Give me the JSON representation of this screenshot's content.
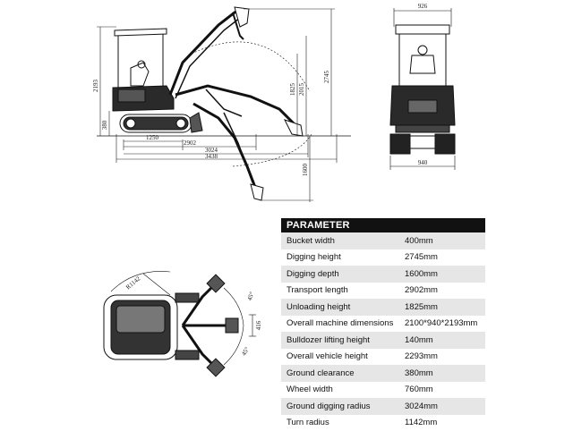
{
  "side_view": {
    "dimensions": {
      "overall_height": "2193",
      "ground_clearance": "380",
      "track_length": "1250",
      "transport_length": "2902",
      "digging_radius": "3024",
      "overall_length": "3438",
      "unloading_height": "1825",
      "lift_height": "2015",
      "digging_height": "2745",
      "digging_depth": "1600"
    }
  },
  "front_view": {
    "dimensions": {
      "top_width": "926",
      "track_width": "940"
    }
  },
  "top_view": {
    "dimensions": {
      "turn_radius": "R1142",
      "swing_left": "45°",
      "swing_right": "45°",
      "offset": "416"
    }
  },
  "parameters": {
    "title": "PARAMETER",
    "rows": [
      {
        "name": "Bucket width",
        "value": "400mm"
      },
      {
        "name": "Digging height",
        "value": "2745mm"
      },
      {
        "name": "Digging depth",
        "value": "1600mm"
      },
      {
        "name": "Transport length",
        "value": "2902mm"
      },
      {
        "name": "Unloading height",
        "value": "1825mm"
      },
      {
        "name": "Overall machine dimensions",
        "value": "2100*940*2193mm"
      },
      {
        "name": "Bulldozer lifting height",
        "value": "140mm"
      },
      {
        "name": "Overall vehicle height",
        "value": "2293mm"
      },
      {
        "name": "Ground clearance",
        "value": "380mm"
      },
      {
        "name": "Wheel width",
        "value": "760mm"
      },
      {
        "name": "Ground digging radius",
        "value": "3024mm"
      },
      {
        "name": "Turn radius",
        "value": "1142mm"
      }
    ]
  }
}
